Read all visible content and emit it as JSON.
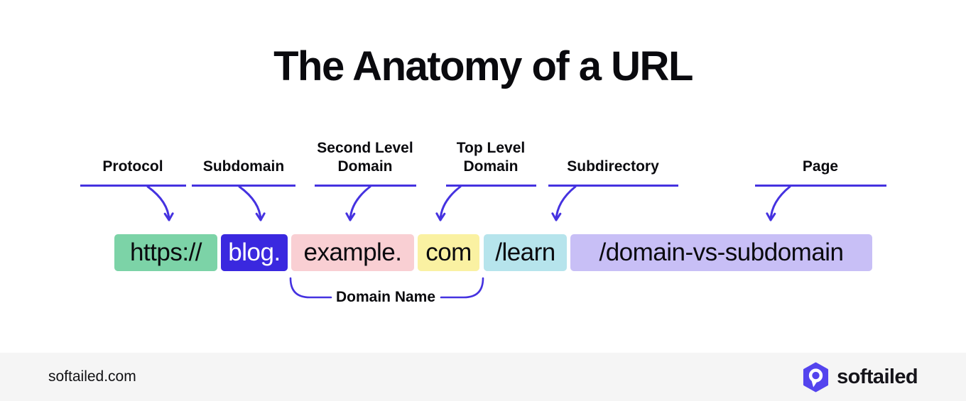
{
  "title": "The Anatomy of a URL",
  "annotations": [
    {
      "label": "Protocol"
    },
    {
      "label": "Subdomain"
    },
    {
      "label": "Second Level\nDomain"
    },
    {
      "label": "Top Level\nDomain"
    },
    {
      "label": "Subdirectory"
    },
    {
      "label": "Page"
    }
  ],
  "url_parts": [
    {
      "name": "protocol",
      "text": "https://",
      "bg": "#7CD3A7",
      "fg": "#0a0a0e"
    },
    {
      "name": "subdomain",
      "text": "blog.",
      "bg": "#3A28DF",
      "fg": "#ffffff"
    },
    {
      "name": "second-level-domain",
      "text": "example.",
      "bg": "#F9CFD3",
      "fg": "#0a0a0e"
    },
    {
      "name": "top-level-domain",
      "text": "com",
      "bg": "#FAF1A2",
      "fg": "#0a0a0e"
    },
    {
      "name": "subdirectory",
      "text": "/learn",
      "bg": "#B6E4EC",
      "fg": "#0a0a0e"
    },
    {
      "name": "page",
      "text": "/domain-vs-subdomain",
      "bg": "#C8BFF6",
      "fg": "#0a0a0e"
    }
  ],
  "domain_name_label": "Domain Name",
  "footer": {
    "website": "softailed.com",
    "brand": "softailed"
  },
  "colors": {
    "accent": "#4532E0",
    "footer_bg": "#F5F5F5",
    "logo_purple": "#5444EE"
  }
}
